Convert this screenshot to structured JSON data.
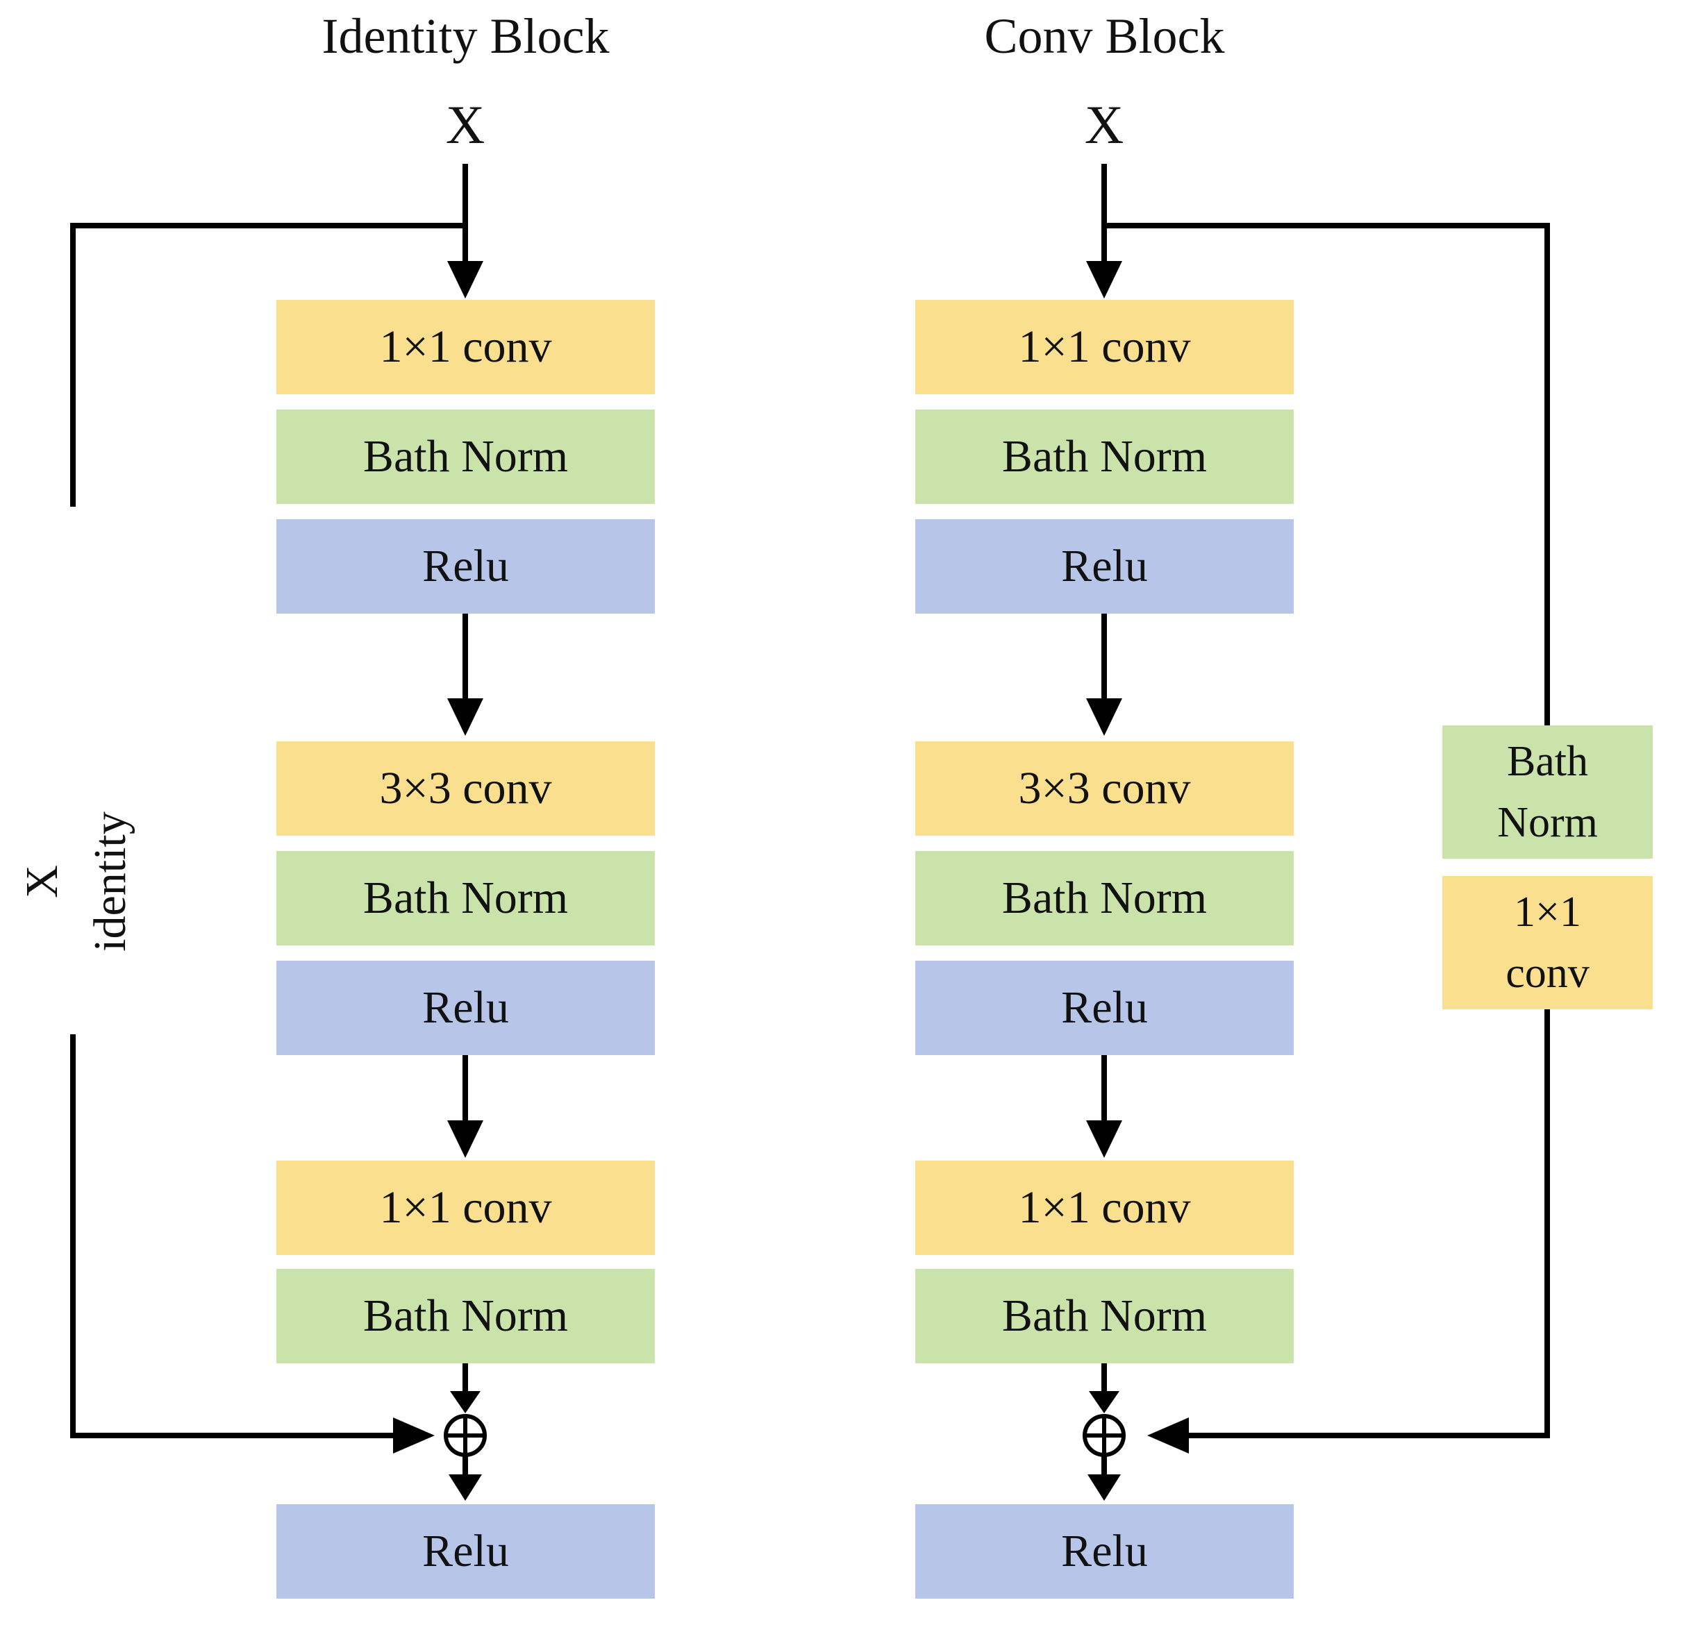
{
  "diagram": {
    "identity_block": {
      "title": "Identity Block",
      "input_label": "X",
      "skip_label": {
        "line1": "X",
        "line2": "identity"
      },
      "layers": [
        "1×1 conv",
        "Bath Norm",
        "Relu",
        "3×3 conv",
        "Bath Norm",
        "Relu",
        "1×1 conv",
        "Bath Norm"
      ],
      "merge_symbol": "⊕",
      "output_label": "Relu"
    },
    "conv_block": {
      "title": "Conv Block",
      "input_label": "X",
      "layers": [
        "1×1 conv",
        "Bath Norm",
        "Relu",
        "3×3 conv",
        "Bath Norm",
        "Relu",
        "1×1 conv",
        "Bath Norm"
      ],
      "shortcut_layers": [
        {
          "line1": "Bath",
          "line2": "Norm"
        },
        {
          "line1": "1×1",
          "line2": "conv"
        }
      ],
      "merge_symbol": "⊕",
      "output_label": "Relu"
    },
    "colors": {
      "conv_box": "#FAE08E",
      "batch_norm_box": "#CAE3AB",
      "relu_box": "#B7C6E8",
      "line": "#000000",
      "background": "#FFFFFF"
    }
  }
}
